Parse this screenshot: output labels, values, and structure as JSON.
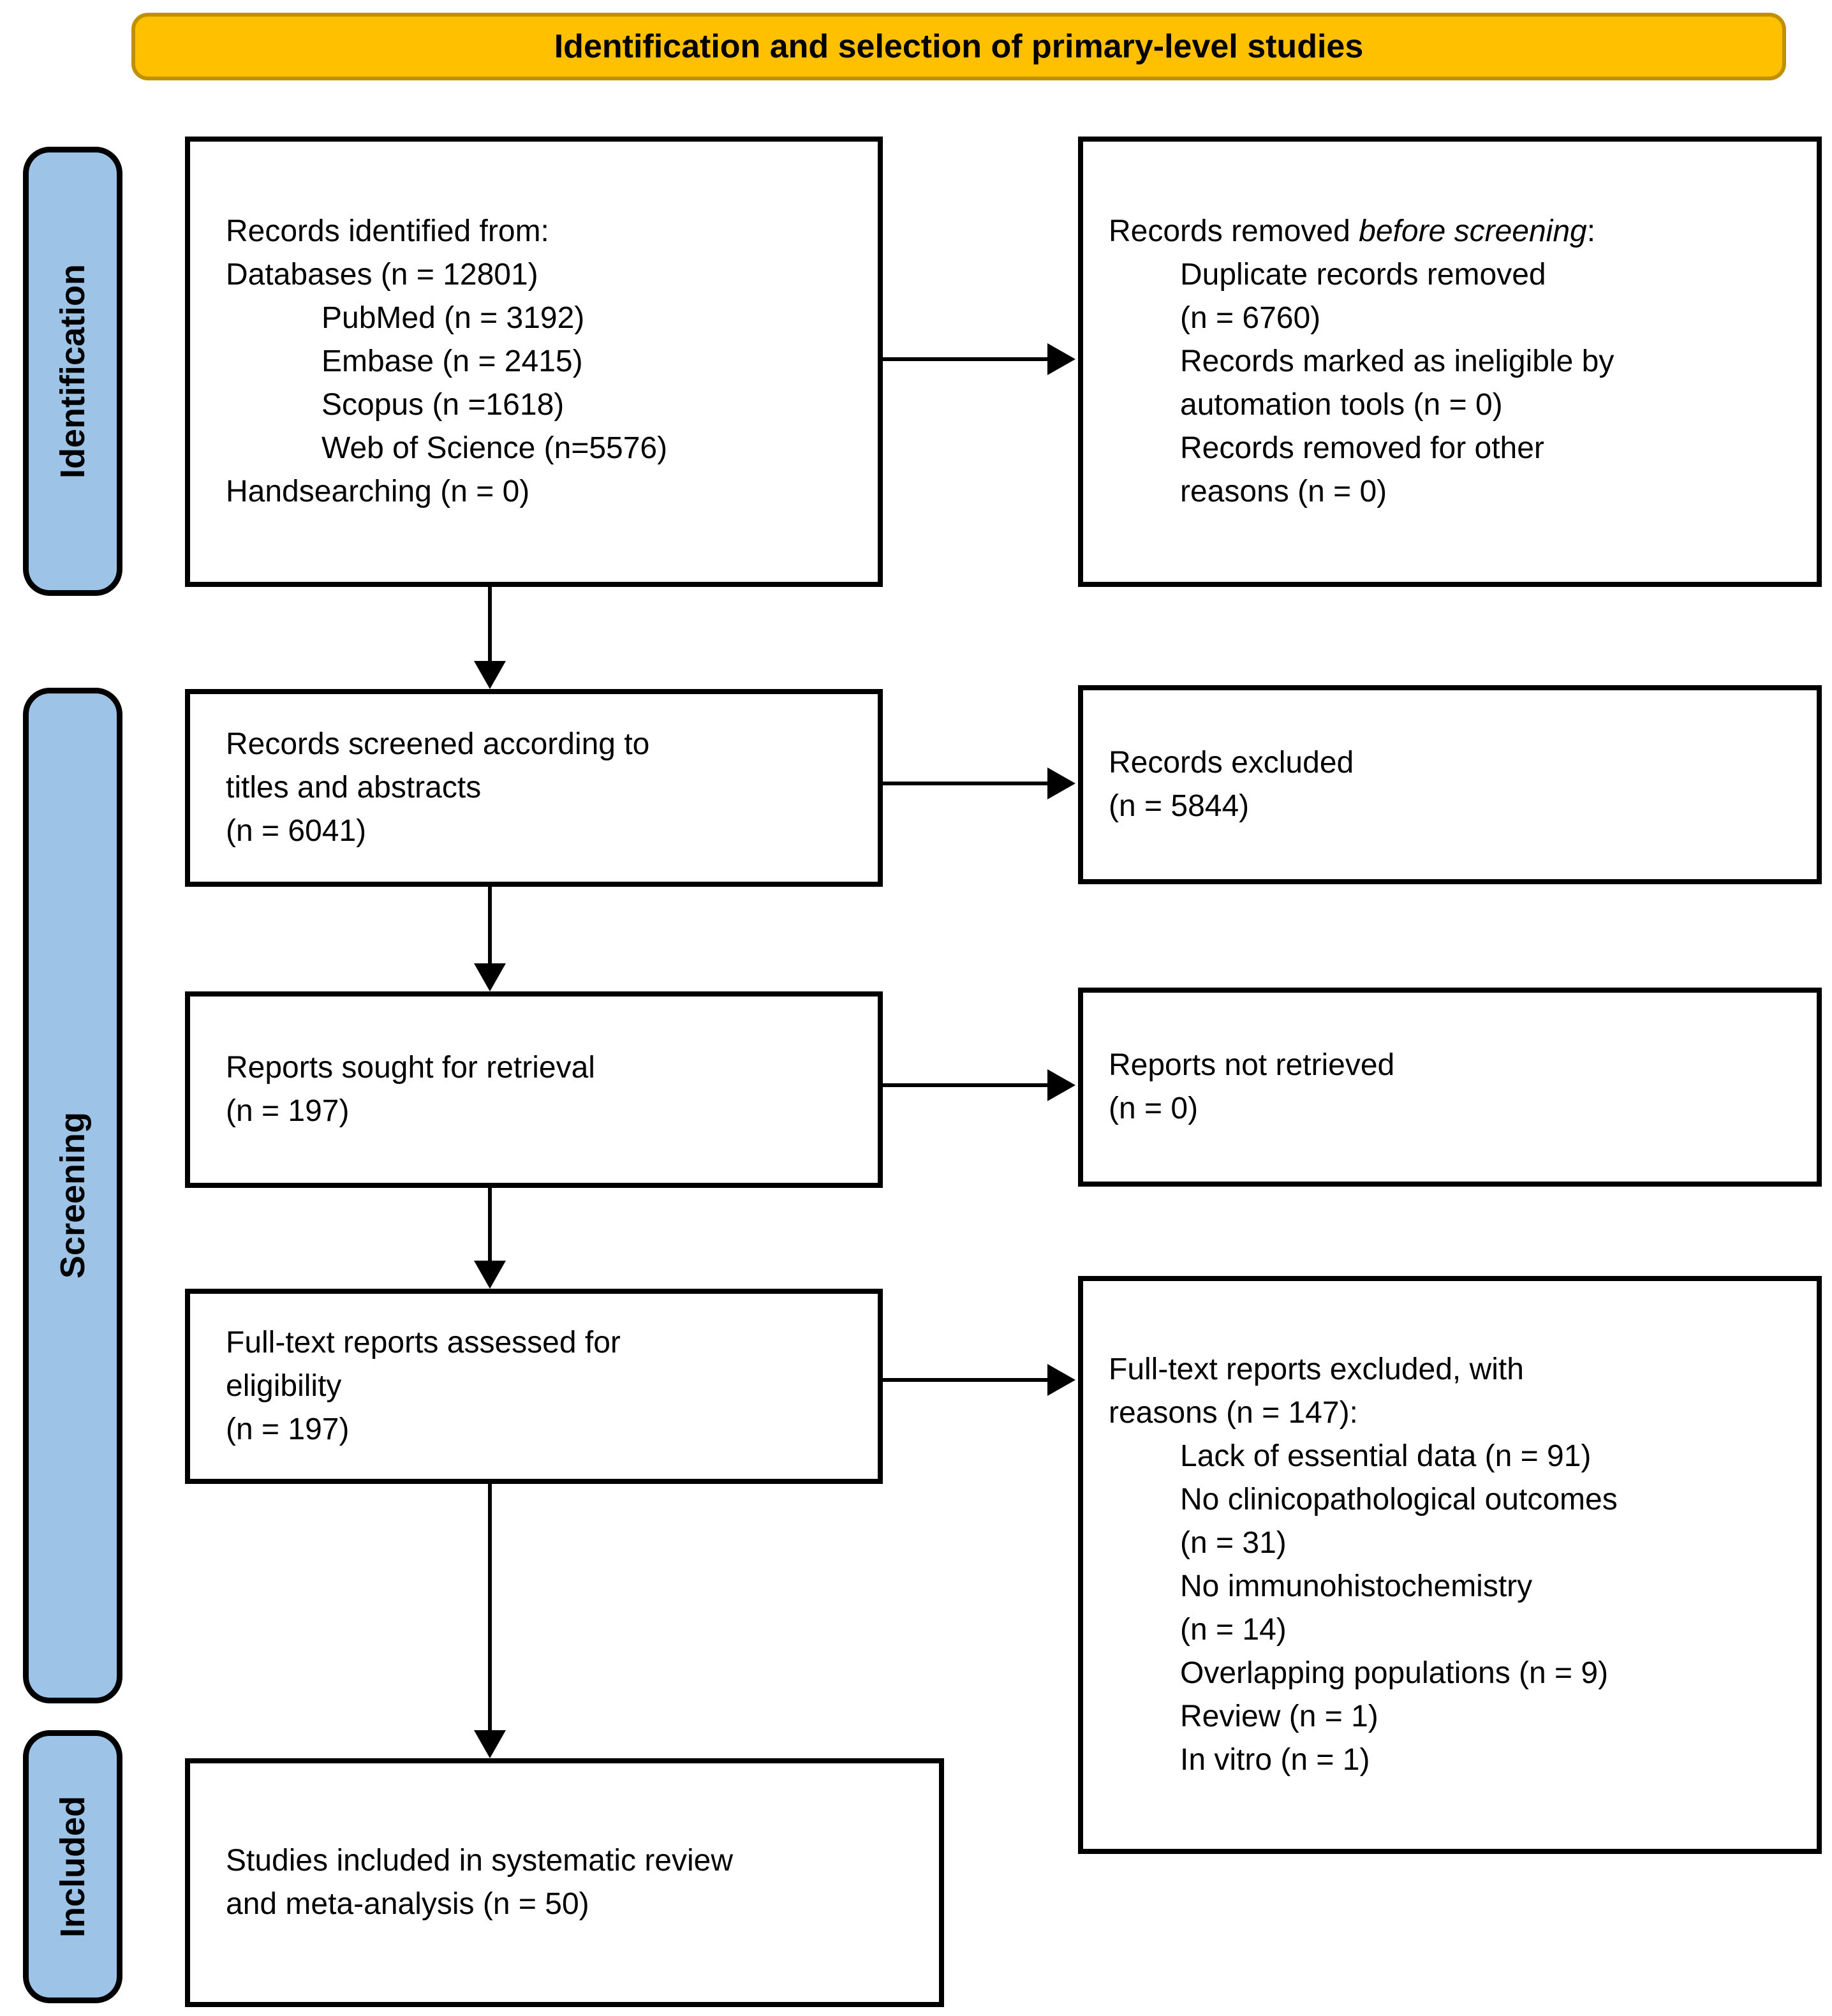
{
  "banner": {
    "title": "Identification and selection of primary-level studies"
  },
  "sidebar": {
    "identification": "Identification",
    "screening": "Screening",
    "included": "Included"
  },
  "flow": {
    "records_identified": {
      "l1": "Records identified from:",
      "l2": "Databases (n = 12801)",
      "l3": "PubMed (n = 3192)",
      "l4": "Embase (n = 2415)",
      "l5": "Scopus (n =1618)",
      "l6": "Web of Science (n=5576)",
      "l7": "Handsearching (n = 0)"
    },
    "records_removed": {
      "heading_prefix": "Records removed ",
      "heading_italic": "before screening",
      "heading_suffix": ":",
      "l1": "Duplicate records removed",
      "l2": "(n = 6760)",
      "l3": "Records marked as ineligible by",
      "l4": "automation tools (n = 0)",
      "l5": "Records removed for other",
      "l6": "reasons (n = 0)"
    },
    "records_screened": {
      "l1": "Records screened according to",
      "l2": "titles and abstracts",
      "l3": "(n = 6041)"
    },
    "records_excluded": {
      "l1": "Records excluded",
      "l2": "(n = 5844)"
    },
    "reports_sought": {
      "l1": "Reports sought for retrieval",
      "l2": "(n = 197)"
    },
    "reports_not_retrieved": {
      "l1": "Reports not retrieved",
      "l2": "(n = 0)"
    },
    "fulltext_assessed": {
      "l1": "Full-text reports assessed for",
      "l2": "eligibility",
      "l3": "(n = 197)"
    },
    "fulltext_excluded": {
      "l1": "Full-text reports excluded, with",
      "l2": "reasons (n = 147):",
      "l3": "Lack of essential data (n = 91)",
      "l4": "No clinicopathological outcomes",
      "l5": "(n = 31)",
      "l6": "No immunohistochemistry",
      "l7": "(n = 14)",
      "l8": "Overlapping populations (n = 9)",
      "l9": "Review (n = 1)",
      "l10": "In vitro (n = 1)"
    },
    "studies_included": {
      "l1": "Studies included in systematic review",
      "l2": "and meta-analysis (n = 50)"
    }
  },
  "colors": {
    "banner_fill": "#FFC000",
    "banner_border": "#BF9000",
    "stage_fill": "#9DC3E6",
    "box_border": "#000000"
  }
}
